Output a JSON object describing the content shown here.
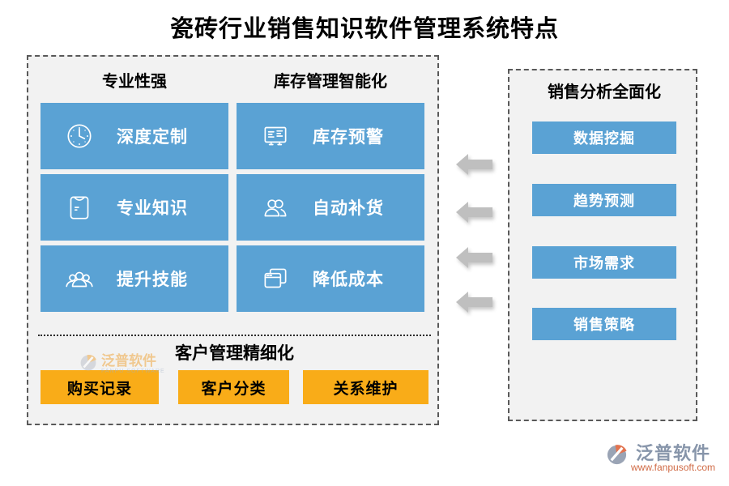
{
  "title": "瓷砖行业销售知识软件管理系统特点",
  "left_panel": {
    "columns": [
      {
        "header": "专业性强",
        "items": [
          {
            "icon": "clock-icon",
            "label": "深度定制"
          },
          {
            "icon": "document-pouch-icon",
            "label": "专业知识"
          },
          {
            "icon": "team-group-icon",
            "label": "提升技能"
          }
        ]
      },
      {
        "header": "库存管理智能化",
        "items": [
          {
            "icon": "board-list-icon",
            "label": "库存预警"
          },
          {
            "icon": "two-people-icon",
            "label": "自动补货"
          },
          {
            "icon": "stacked-windows-icon",
            "label": "降低成本"
          }
        ]
      }
    ],
    "bottom_section": {
      "header": "客户管理精细化",
      "items": [
        "购买记录",
        "客户分类",
        "关系维护"
      ]
    }
  },
  "right_panel": {
    "header": "销售分析全面化",
    "items": [
      "数据挖掘",
      "趋势预测",
      "市场需求",
      "销售策略"
    ]
  },
  "watermark": {
    "name": "泛普软件",
    "subtitle": "FANPU SOFTWARE"
  },
  "footer_logo": {
    "name": "泛普软件",
    "url": "www.fanpusoft.com"
  },
  "colors": {
    "feature_blue": "#5AA2D4",
    "accent_orange": "#F9AC18",
    "panel_background": "#F2F2F2",
    "arrow_gray": "#BFBFBF"
  }
}
